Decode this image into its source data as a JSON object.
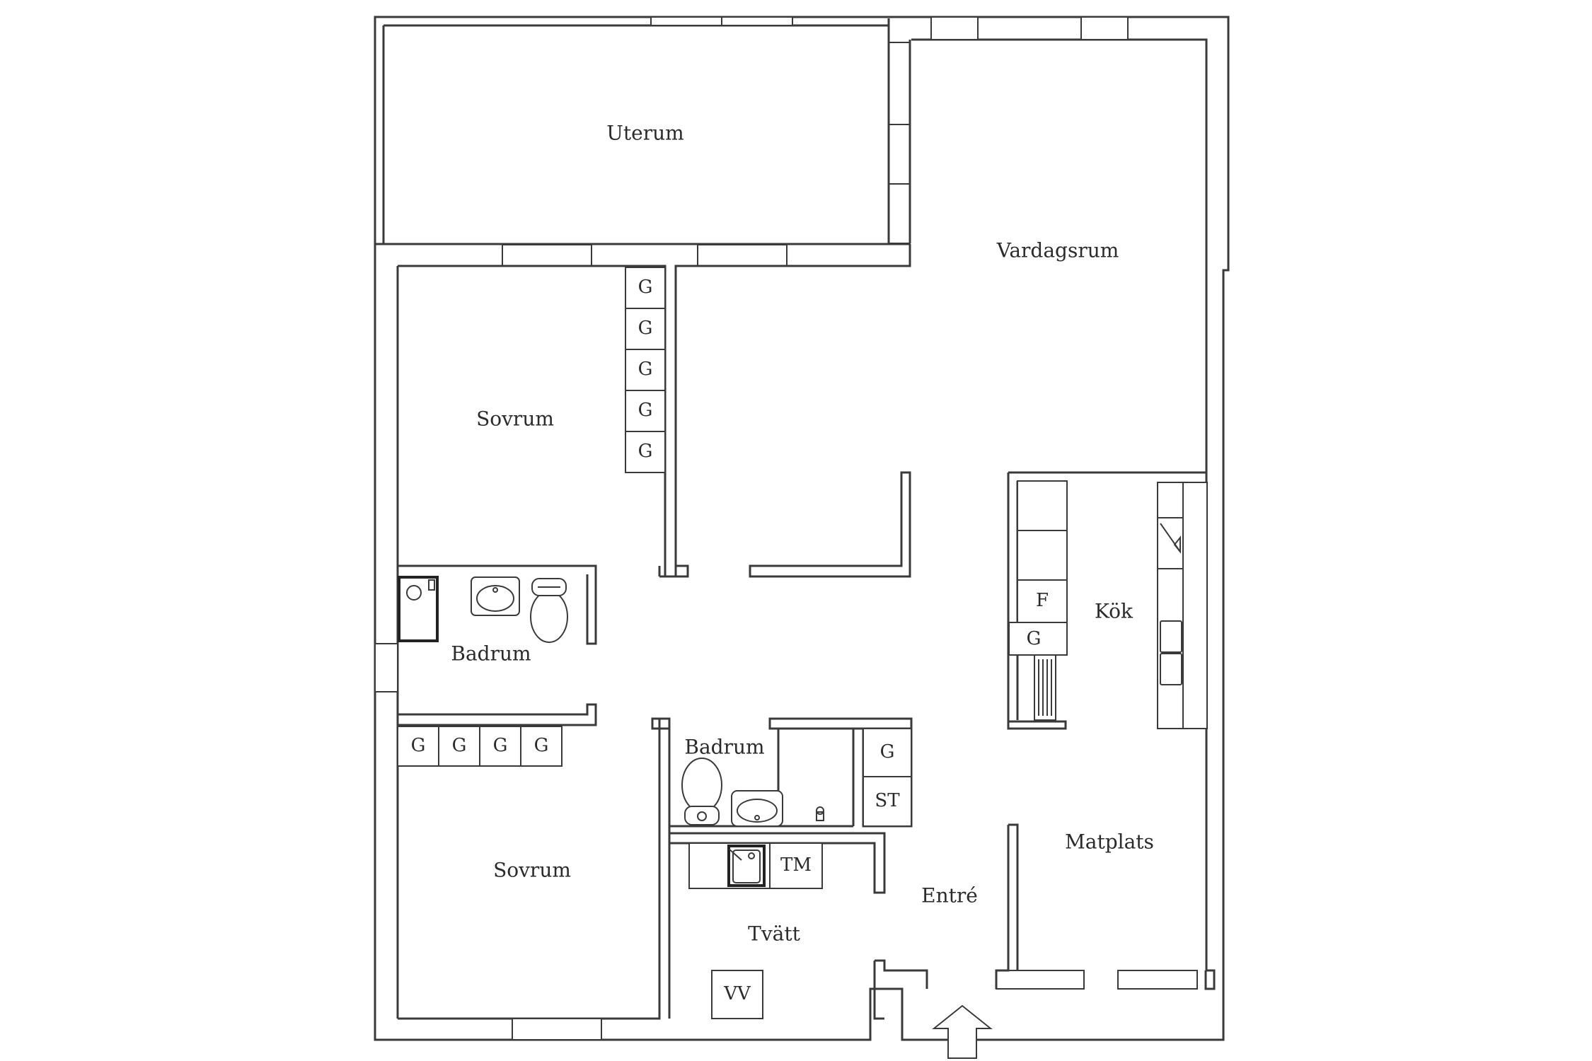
{
  "rooms": {
    "uterum": "Uterum",
    "vardagsrum": "Vardagsrum",
    "sovrum_top": "Sovrum",
    "sovrum_bottom": "Sovrum",
    "badrum_left": "Badrum",
    "badrum_center": "Badrum",
    "kok": "Kök",
    "matplats": "Matplats",
    "entre": "Entré",
    "tvatt": "Tvätt"
  },
  "closets": {
    "bedroom_top": [
      "G",
      "G",
      "G",
      "G",
      "G"
    ],
    "bedroom_bottom": [
      "G",
      "G",
      "G",
      "G"
    ],
    "hall": [
      "G",
      "ST"
    ],
    "kitchen_fridge": "F",
    "kitchen_closet": "G",
    "laundry_machine": "TM",
    "water_heater": "VV"
  }
}
